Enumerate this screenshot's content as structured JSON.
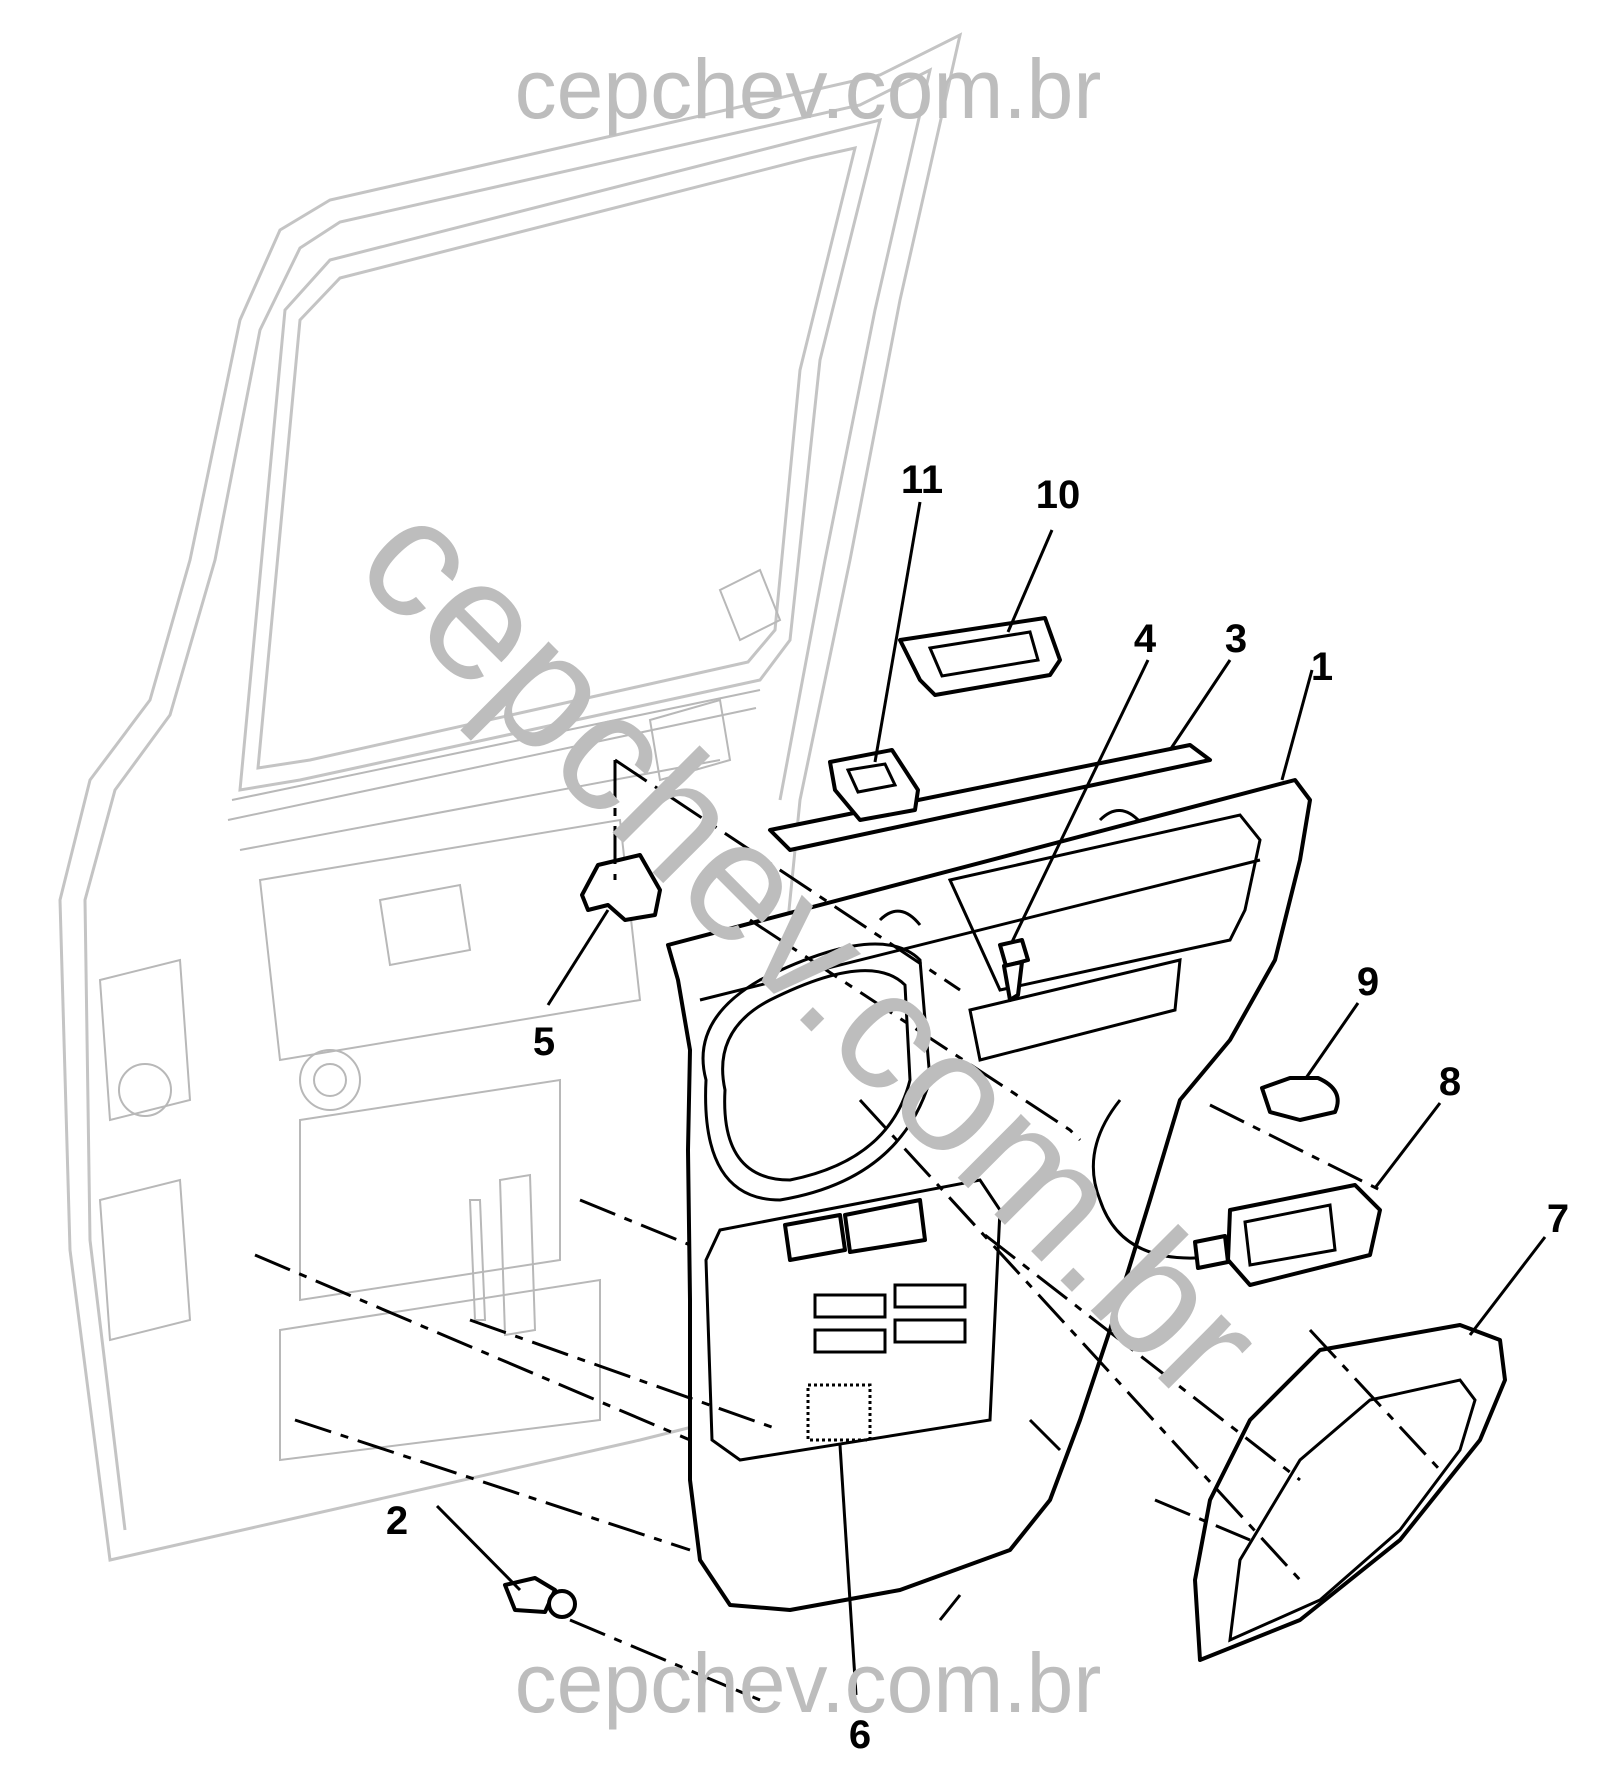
{
  "watermark": {
    "top": "cepchev.com.br",
    "bottom": "cepchev.com.br",
    "diagonal": "cepchev.com.br"
  },
  "callouts": [
    {
      "id": "1",
      "label": "1"
    },
    {
      "id": "2",
      "label": "2"
    },
    {
      "id": "3",
      "label": "3"
    },
    {
      "id": "4",
      "label": "4"
    },
    {
      "id": "5",
      "label": "5"
    },
    {
      "id": "6",
      "label": "6"
    },
    {
      "id": "7",
      "label": "7"
    },
    {
      "id": "8",
      "label": "8"
    },
    {
      "id": "9",
      "label": "9"
    },
    {
      "id": "10",
      "label": "10"
    },
    {
      "id": "11",
      "label": "11"
    }
  ]
}
